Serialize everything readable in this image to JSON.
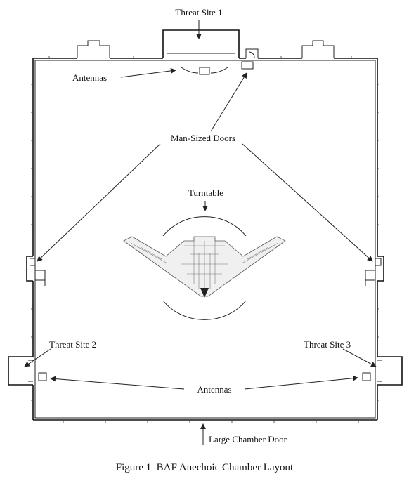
{
  "labels": {
    "threat_site_1": "Threat Site 1",
    "threat_site_2": "Threat Site 2",
    "threat_site_3": "Threat Site 3",
    "antennas_top": "Antennas",
    "antennas_bottom": "Antennas",
    "man_sized_doors": "Man-Sized Doors",
    "turntable": "Turntable",
    "large_chamber_door": "Large Chamber Door"
  },
  "caption": "Figure 1  BAF Anechoic Chamber Layout"
}
